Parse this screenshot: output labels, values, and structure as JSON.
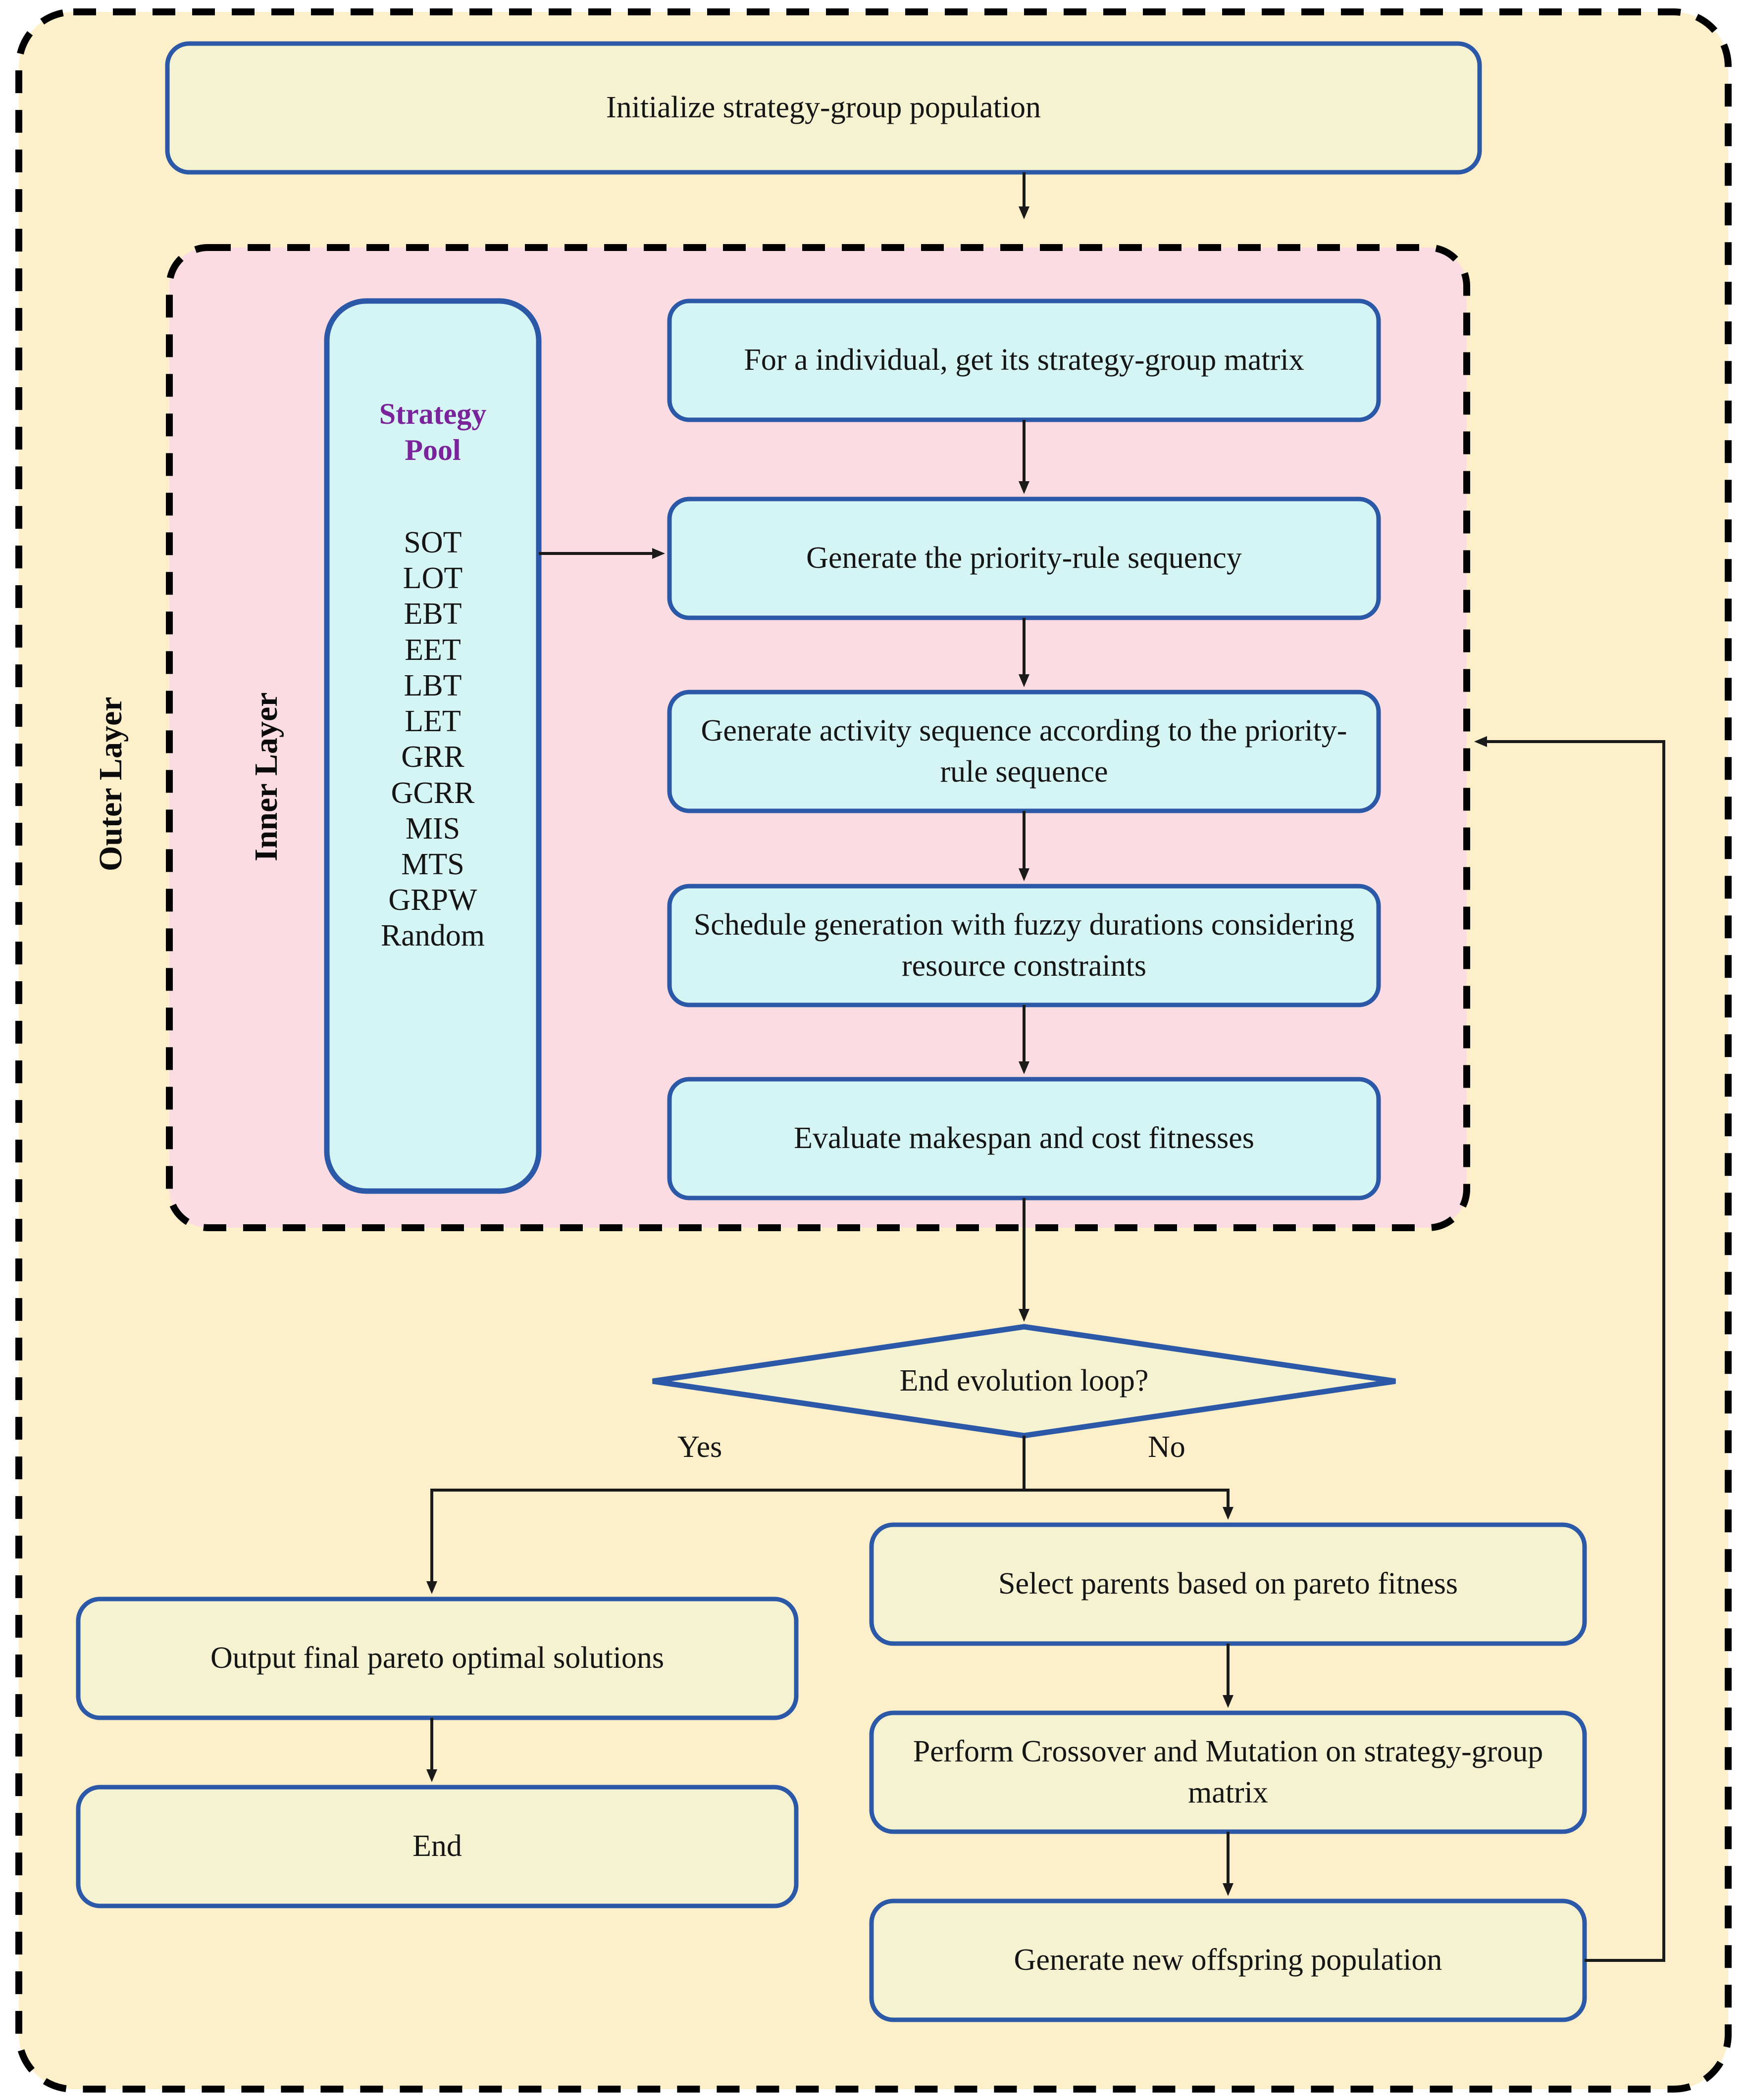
{
  "diagram": {
    "title": "Bi-layer evolutionary algorithm flowchart",
    "colors": {
      "outer_background": "#FDEFC9",
      "inner_background": "#FADCE2",
      "node_cream_fill": "#F5F2D2",
      "node_cyan_fill": "#D4F5F3",
      "node_border": "#2C58A8",
      "region_border": "#000000",
      "pool_title_color": "#7B239B",
      "arrow_color": "#1a1a1a"
    }
  },
  "layers": {
    "outer_label": "Outer Layer",
    "inner_label": "Inner Layer"
  },
  "nodes": {
    "initialize": "Initialize strategy-group population",
    "get_matrix": "For a individual, get its strategy-group matrix",
    "priority_rule": "Generate the priority-rule sequency",
    "activity_sequence": "Generate activity sequence according to the priority-rule sequence",
    "schedule_generation": "Schedule generation with fuzzy durations considering resource constraints",
    "evaluate": "Evaluate makespan and cost fitnesses",
    "decision": "End evolution loop?",
    "output_pareto": "Output final pareto optimal solutions",
    "end": "End",
    "select_parents": "Select parents based on pareto fitness",
    "crossover_mutation": "Perform Crossover and Mutation on strategy-group matrix",
    "offspring": "Generate new offspring population"
  },
  "branch_labels": {
    "yes": "Yes",
    "no": "No"
  },
  "strategy_pool": {
    "title_line1": "Strategy",
    "title_line2": "Pool",
    "items": [
      "SOT",
      "LOT",
      "EBT",
      "EET",
      "LBT",
      "LET",
      "GRR",
      "GCRR",
      "MIS",
      "MTS",
      "GRPW",
      "Random"
    ]
  }
}
